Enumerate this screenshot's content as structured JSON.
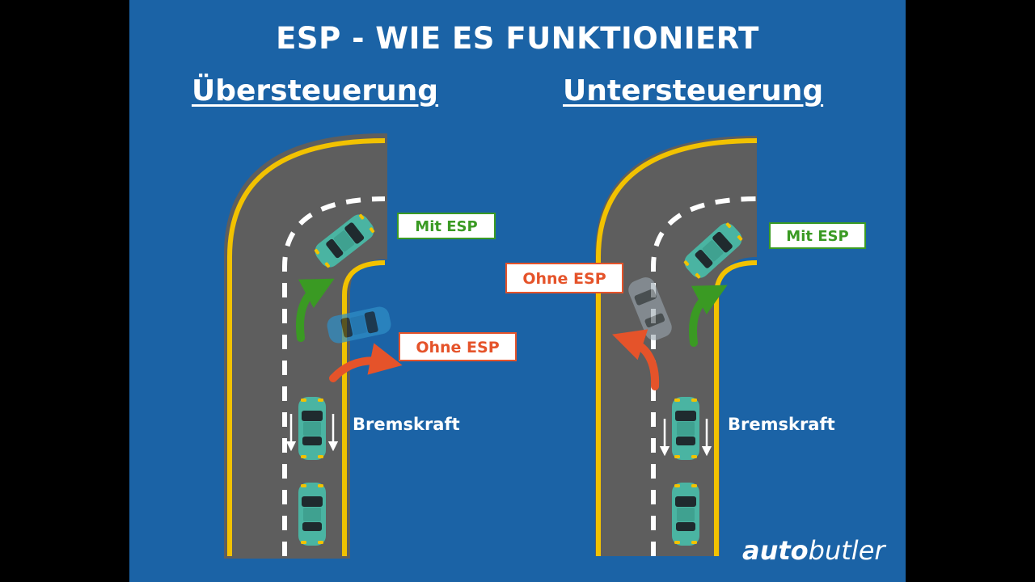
{
  "title": "ESP - WIE ES FUNKTIONIERT",
  "left": {
    "heading": "Übersteuerung",
    "mit_esp": "Mit ESP",
    "ohne_esp": "Ohne ESP",
    "force": "Bremskraft"
  },
  "right": {
    "heading": "Untersteuerung",
    "mit_esp": "Mit ESP",
    "ohne_esp": "Ohne ESP",
    "force": "Bremskraft"
  },
  "logo": {
    "part1": "auto",
    "part2": "butler"
  },
  "colors": {
    "background": "#1b63a6",
    "road": "#5e5e5e",
    "edge_line": "#f2c200",
    "mit_esp": "#3a9a23",
    "ohne_esp": "#e5532a",
    "car": "#4ab4a2",
    "car_ghost": "#9aa7b0"
  }
}
